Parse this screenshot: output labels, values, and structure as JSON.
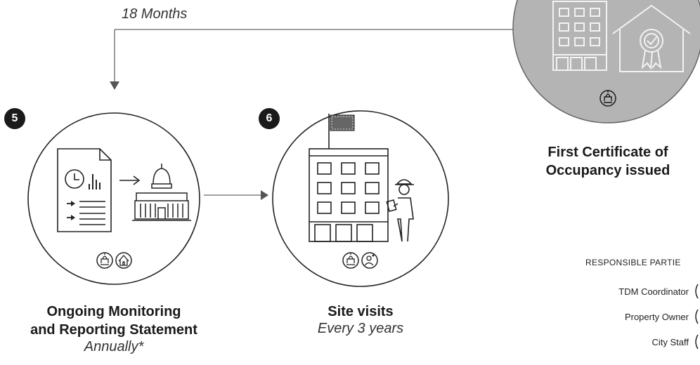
{
  "timeline": {
    "duration_label": "18 Months"
  },
  "milestone": {
    "title_line1": "First Certificate of",
    "title_line2": "Occupancy issued"
  },
  "steps": [
    {
      "number": "5",
      "title_line1": "Ongoing Monitoring",
      "title_line2": "and Reporting Statement",
      "frequency": "Annually*"
    },
    {
      "number": "6",
      "title_line1": "Site visits",
      "frequency": "Every 3 years"
    }
  ],
  "legend": {
    "title": "RESPONSIBLE PARTIE",
    "items": [
      "TDM Coordinator",
      "Property Owner",
      "City Staff"
    ]
  },
  "colors": {
    "ink": "#1a1a1a",
    "milestone_fill": "#b4b4b4",
    "badge": "#1a1a1a"
  },
  "icons": [
    "clock-icon",
    "bar-chart-icon",
    "capitol-building-icon",
    "document-icon",
    "office-building-icon",
    "flag-icon",
    "inspector-icon",
    "house-certificate-icon",
    "city-staff-icon",
    "property-owner-icon",
    "tdm-coordinator-icon"
  ]
}
